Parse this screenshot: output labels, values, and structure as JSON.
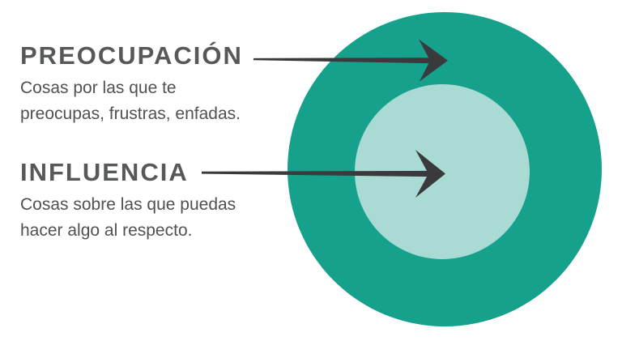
{
  "colors": {
    "outer_circle": "#15A18B",
    "inner_circle": "#A9DBD4",
    "arrow": "#3A3A3C",
    "heading_text": "#57585A",
    "body_text": "#505155",
    "background": "#FFFFFF"
  },
  "labels": {
    "concern": {
      "title": "PREOCUPACIÓN",
      "desc_line1": "Cosas por las que te",
      "desc_line2": "preocupas, frustras, enfadas."
    },
    "influence": {
      "title": "INFLUENCIA",
      "desc_line1": "Cosas sobre las que puedas",
      "desc_line2": "hacer algo al respecto."
    }
  }
}
